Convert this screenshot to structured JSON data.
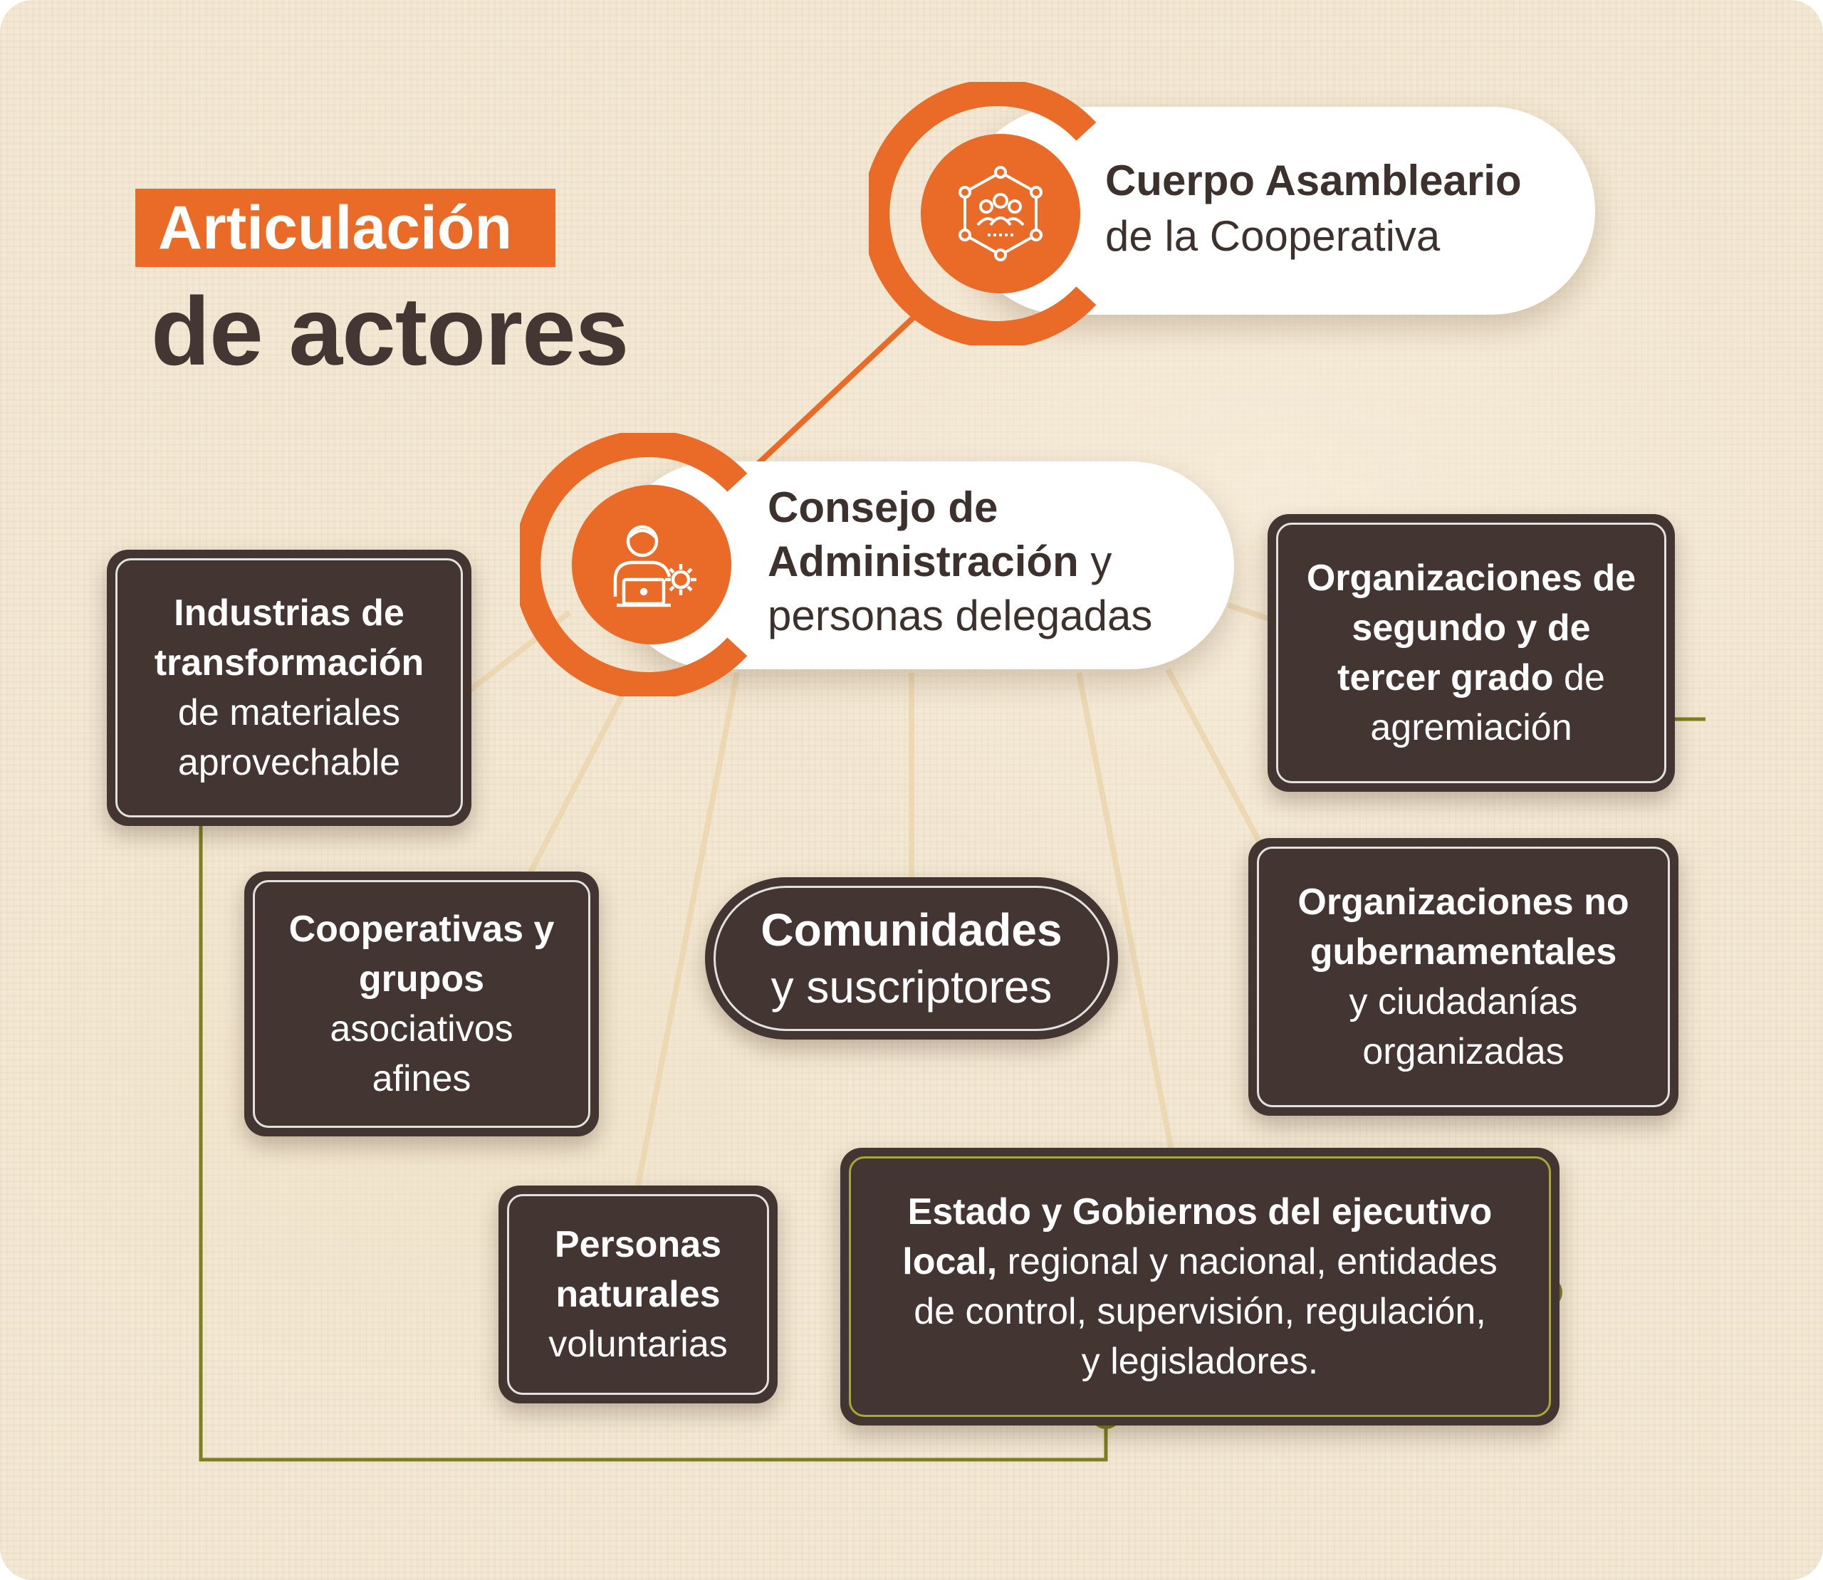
{
  "title": {
    "tag": "Articulación",
    "main": "de actores"
  },
  "colors": {
    "orange": "#ea6a27",
    "dark": "#433531",
    "green": "#7d7e1e",
    "beige": "#f3e8d3",
    "connector": "#ecd9b4"
  },
  "nodes": {
    "cuerpo": {
      "icon": "network-people-icon",
      "bold": "Cuerpo Asambleario",
      "rest": "de la Cooperativa"
    },
    "consejo": {
      "icon": "person-laptop-gear-icon",
      "bold1": "Consejo de",
      "bold2": "Administración",
      "rest2": " y",
      "rest3": "personas delegadas"
    },
    "industrias": {
      "b1": "Industrias de",
      "b2": "transformación",
      "r1": "de materiales",
      "r2": "aprovechable"
    },
    "cooperativas": {
      "b1": "Cooperativas",
      "b2": "y grupos",
      "r1": "asociativos",
      "r2": "afines"
    },
    "personas": {
      "b1": "Personas",
      "b2": "naturales",
      "r1": "voluntarias"
    },
    "comunidades": {
      "b1": "Comunidades",
      "r1": "y suscriptores"
    },
    "segundo_grado": {
      "b1": "Organizaciones",
      "b2": "de segundo y de",
      "b3": "tercer grado",
      "r3": " de",
      "r4": "agremiación"
    },
    "ong": {
      "b1": "Organizaciones no",
      "b2": "gubernamentales",
      "r1": "y ciudadanías",
      "r2": "organizadas"
    },
    "estado": {
      "b1": "Estado y Gobiernos del ejecutivo",
      "b2": "local,",
      "r2": " regional y nacional, entidades",
      "r3": "de control, supervisión, regulación,",
      "r4": "y legisladores."
    }
  }
}
